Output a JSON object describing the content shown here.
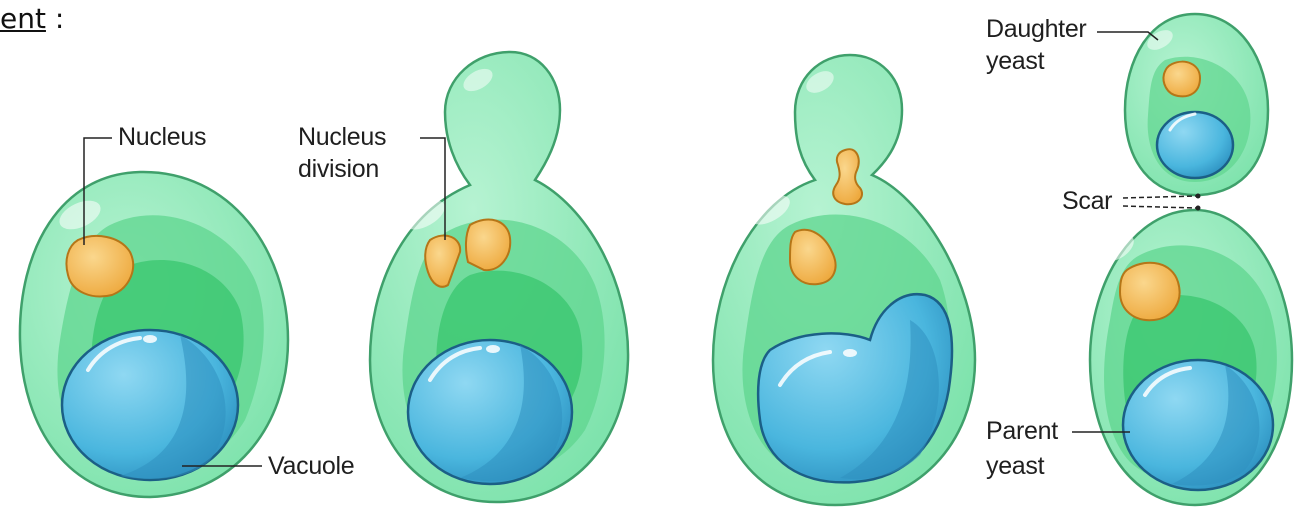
{
  "heading": {
    "word": "ent",
    "suffix": " :"
  },
  "labels": {
    "nucleus": "Nucleus",
    "nucleus_division_1": "Nucleus",
    "nucleus_division_2": "division",
    "vacuole": "Vacuole",
    "daughter_1": "Daughter",
    "daughter_2": "yeast",
    "scar": "Scar",
    "parent_1": "Parent",
    "parent_2": "yeast"
  },
  "colors": {
    "cell_outer": "#8ee8b8",
    "cell_mid": "#5fd68f",
    "cell_inner": "#2fc46a",
    "cell_outline": "#2e8f5a",
    "vacuole": "#48b4dc",
    "vacuole_light": "#7fd0ee",
    "vacuole_outline": "#1b5f86",
    "nucleus": "#f2b24c",
    "nucleus_light": "#f8cd7a",
    "nucleus_outline": "#b57618",
    "leader": "#222222"
  }
}
